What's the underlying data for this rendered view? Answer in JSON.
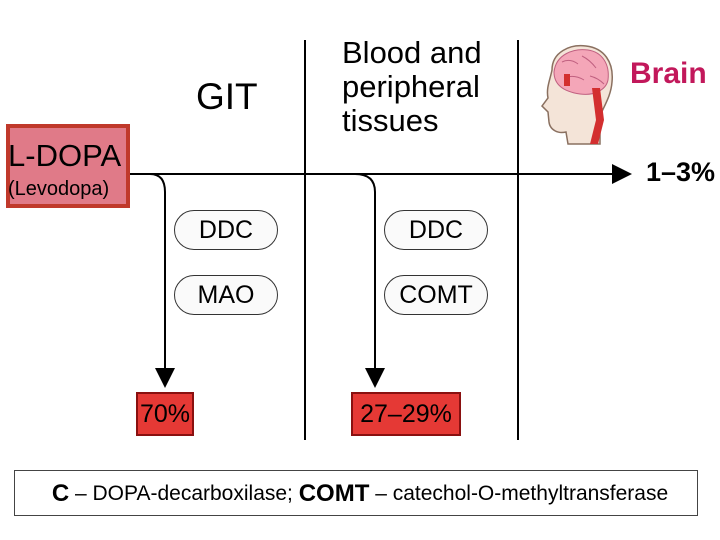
{
  "diagram": {
    "columns": {
      "git": "GIT",
      "blood": "Blood and\nperipheral\ntissues",
      "brain": "Brain"
    },
    "drug": {
      "name": "L-DOPA",
      "synonym": "(Levodopa)"
    },
    "brain_fraction": "1–3%",
    "gut_enzymes": [
      "DDC",
      "MAO"
    ],
    "blood_enzymes": [
      "DDC",
      "COMT"
    ],
    "gut_fraction": "70%",
    "blood_fraction": "27–29%",
    "legend": {
      "abbr1": "C",
      "def1": " – DOPA-decarboxilase; ",
      "abbr2": "COMT",
      "def2": " – catechol-O-methyltransferase"
    },
    "colors": {
      "drug_fill": "#e07a88",
      "fraction_fill": "#e53935",
      "brain_title": "#c2185b"
    },
    "icons": [
      "brain-head-icon"
    ]
  }
}
